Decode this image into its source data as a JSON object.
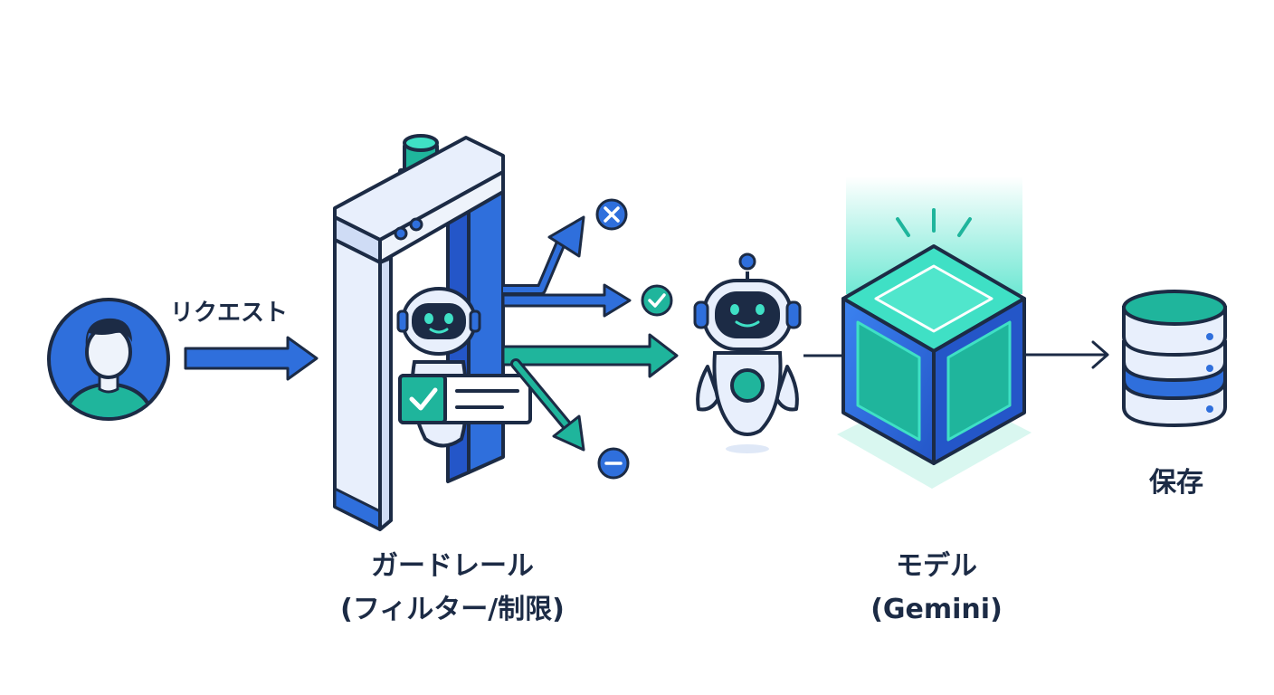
{
  "labels": {
    "request": "リクエスト",
    "guardrail_line1": "ガードレール",
    "guardrail_line2": "(フィルター/制限)",
    "model_line1": "モデル",
    "model_line2": "(Gemini)",
    "storage": "保存"
  },
  "icons": {
    "user": "user-avatar-icon",
    "guardrail": "security-gate-icon",
    "robot_small": "robot-in-gate-icon",
    "robot_main": "robot-agent-icon",
    "model": "glowing-cube-icon",
    "database": "database-icon",
    "reject": "x-circle-icon",
    "approve": "check-circle-icon",
    "block": "minus-circle-icon"
  },
  "colors": {
    "primary": "#2f6fdc",
    "navy": "#1c2b45",
    "teal": "#1fb59c",
    "teal_light": "#3fe0c5",
    "light": "#e8effc"
  }
}
